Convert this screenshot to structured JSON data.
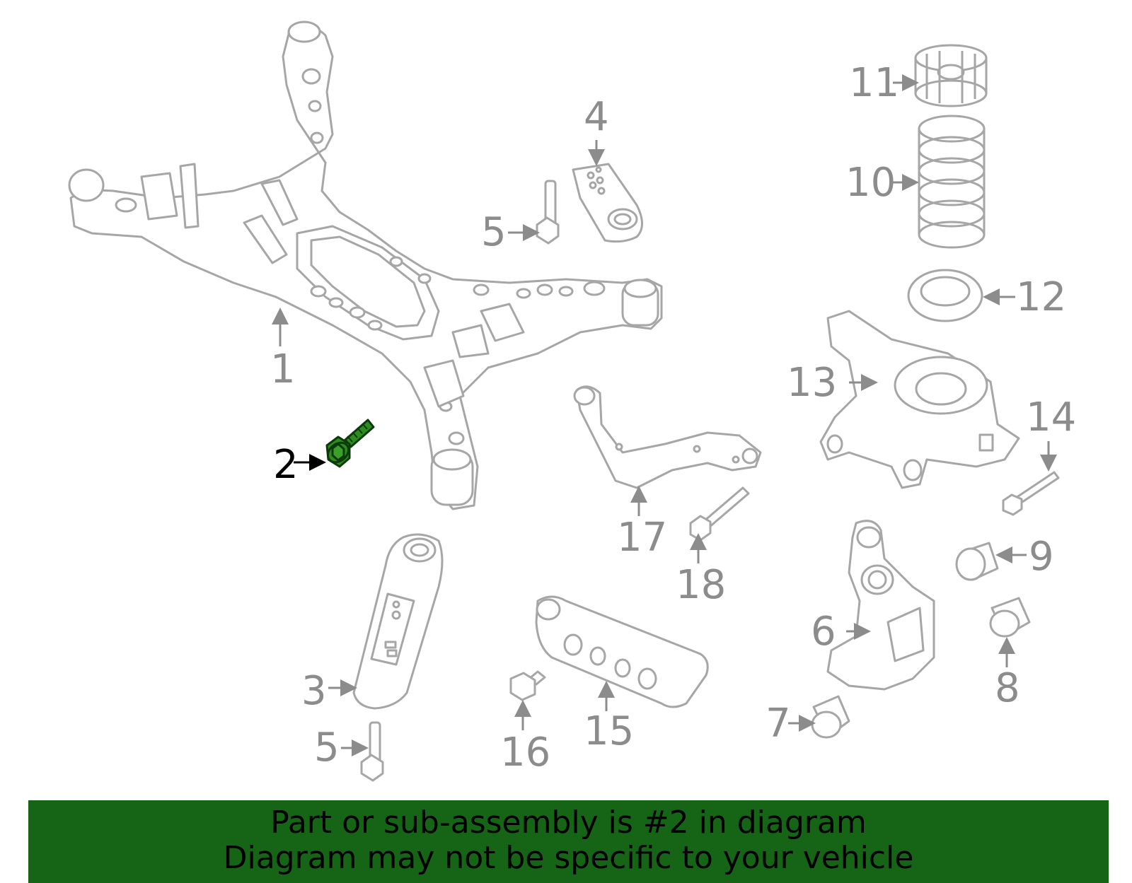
{
  "colors": {
    "part_stroke": "#a6a6a6",
    "label": "#8c8c8c",
    "highlight_part": "#2e8b1e",
    "highlight_label": "#000000",
    "banner_bg": "#166416",
    "banner_text": "#000000"
  },
  "highlighted_part": "2",
  "callouts": {
    "c1": "1",
    "c2": "2",
    "c3": "3",
    "c4": "4",
    "c5a": "5",
    "c5b": "5",
    "c6": "6",
    "c7": "7",
    "c8": "8",
    "c9": "9",
    "c10": "10",
    "c11": "11",
    "c12": "12",
    "c13": "13",
    "c14": "14",
    "c15": "15",
    "c16": "16",
    "c17": "17",
    "c18": "18"
  },
  "banner": {
    "line1": "Part or sub-assembly is #2 in diagram",
    "line2": "Diagram may not be specific to your vehicle"
  }
}
